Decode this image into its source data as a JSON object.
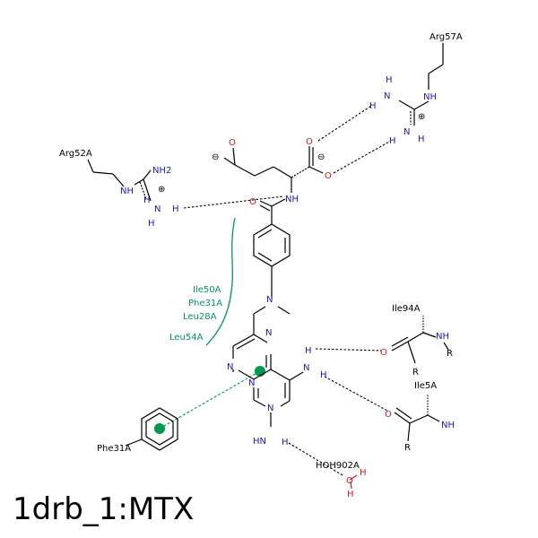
{
  "title": "1drb_1:MTX",
  "labels": {
    "arg57a": "Arg57A",
    "arg52a": "Arg52A",
    "ile94a": "Ile94A",
    "ile5a": "Ile5A",
    "phe31a_ring": "Phe31A",
    "hoh902a": "HOH902A",
    "hydrophobic": [
      "Ile50A",
      "Phe31A",
      "Leu28A",
      "Leu54A"
    ]
  },
  "atoms": {
    "N": "N",
    "NH": "NH",
    "H": "H",
    "HN": "HN",
    "NH2": "NH2",
    "O": "O",
    "R": "R",
    "plus": "⊕",
    "minus": "⊖"
  },
  "colors": {
    "nitrogen": "#1a1acc",
    "oxygen": "#cc1a1a",
    "hydrophobic": "#00994d",
    "bond": "#000000"
  }
}
